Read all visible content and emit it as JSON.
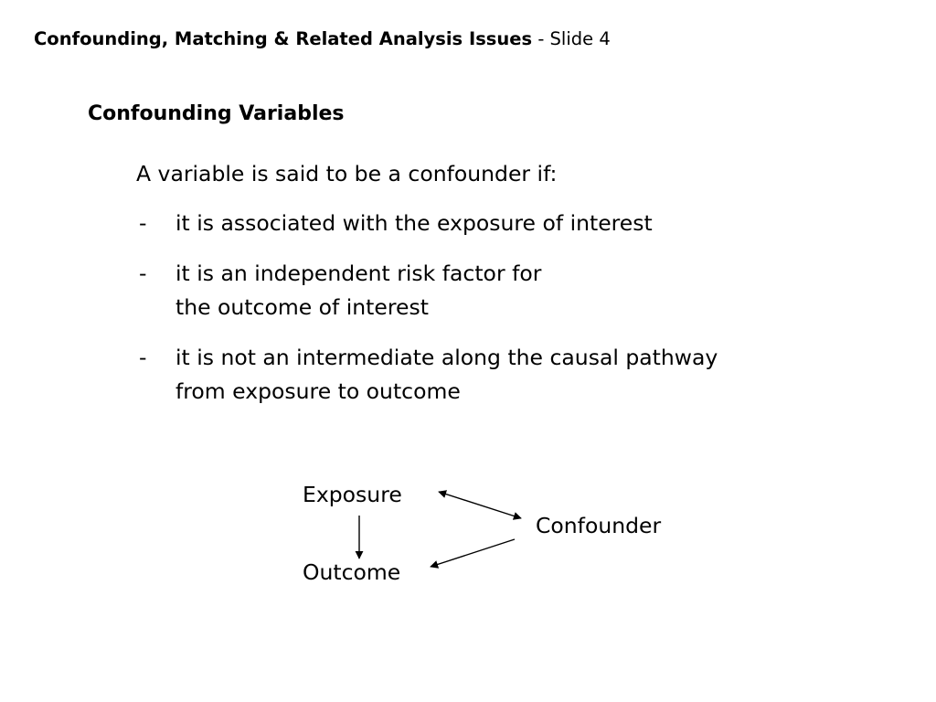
{
  "header": {
    "title_bold": "Confounding, Matching & Related Analysis Issues",
    "title_suffix": " - Slide 4"
  },
  "slide": {
    "heading": "Confounding Variables",
    "intro": "A variable is said to be a confounder if:",
    "bullets": [
      {
        "dash": "-",
        "text": "it is associated with the exposure of interest"
      },
      {
        "dash": "-",
        "text": "it is an independent risk factor for\nthe outcome of interest"
      },
      {
        "dash": "-",
        "text": "it is not an intermediate along the causal pathway\nfrom exposure to outcome"
      }
    ]
  },
  "diagram": {
    "exposure": "Exposure",
    "outcome": "Outcome",
    "confounder": "Confounder"
  }
}
